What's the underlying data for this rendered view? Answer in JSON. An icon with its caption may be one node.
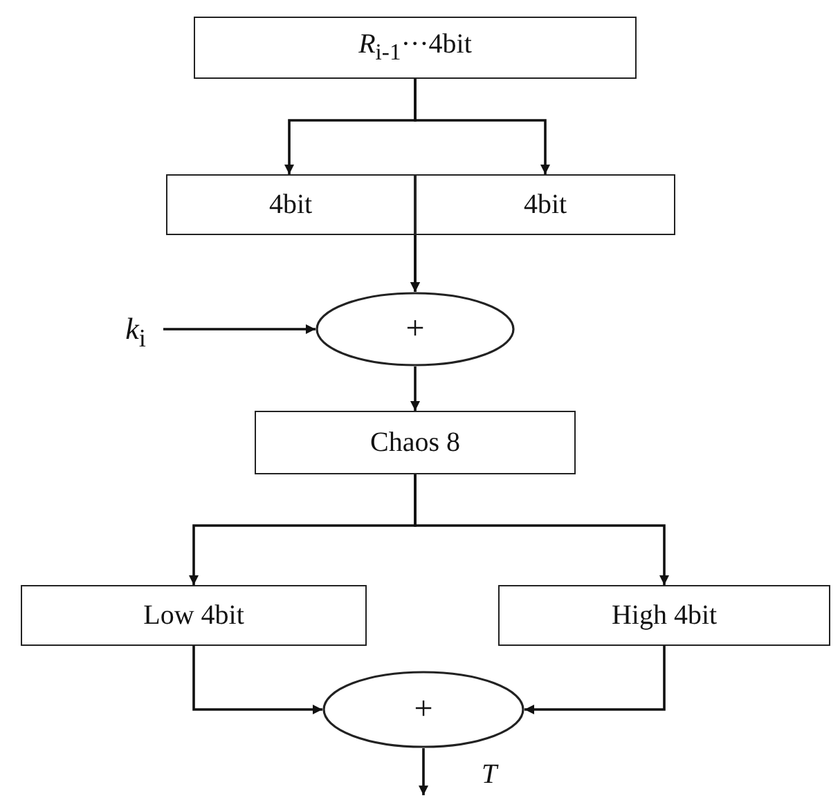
{
  "diagram": {
    "nodes": [
      {
        "text": [
          "*R*$_{i-1}$···4bit"
        ]
      },
      {
        "text": [
          "4bit"
        ]
      },
      {
        "text": [
          "4bit"
        ]
      },
      {
        "text": [
          "*k*$_{i}$"
        ]
      },
      {
        "text": [
          "+"
        ]
      },
      {
        "text": [
          "Chaos 8"
        ]
      },
      {
        "text": [
          "Low 4bit"
        ]
      },
      {
        "text": [
          "High 4bit"
        ]
      },
      {
        "text": [
          "+"
        ]
      }
    ],
    "edges": [
      {
        "from": 0,
        "to": 1,
        "arrow": "to"
      },
      {
        "from": 0,
        "to": 2,
        "arrow": "to"
      },
      {
        "from": 1,
        "to": 4,
        "arrow": "to"
      },
      {
        "from": 2,
        "to": 4,
        "arrow": "to"
      },
      {
        "from": 3,
        "to": 4,
        "arrow": "to"
      },
      {
        "from": 4,
        "to": 5,
        "arrow": "to"
      },
      {
        "from": 5,
        "to": 6,
        "arrow": "to"
      },
      {
        "from": 5,
        "to": 7,
        "arrow": "to"
      },
      {
        "from": 6,
        "to": 8,
        "arrow": "to"
      },
      {
        "from": 7,
        "to": 8,
        "arrow": "to"
      },
      {
        "from": 8,
        "to": null,
        "arrow": "to",
        "label": "*T*"
      }
    ]
  }
}
